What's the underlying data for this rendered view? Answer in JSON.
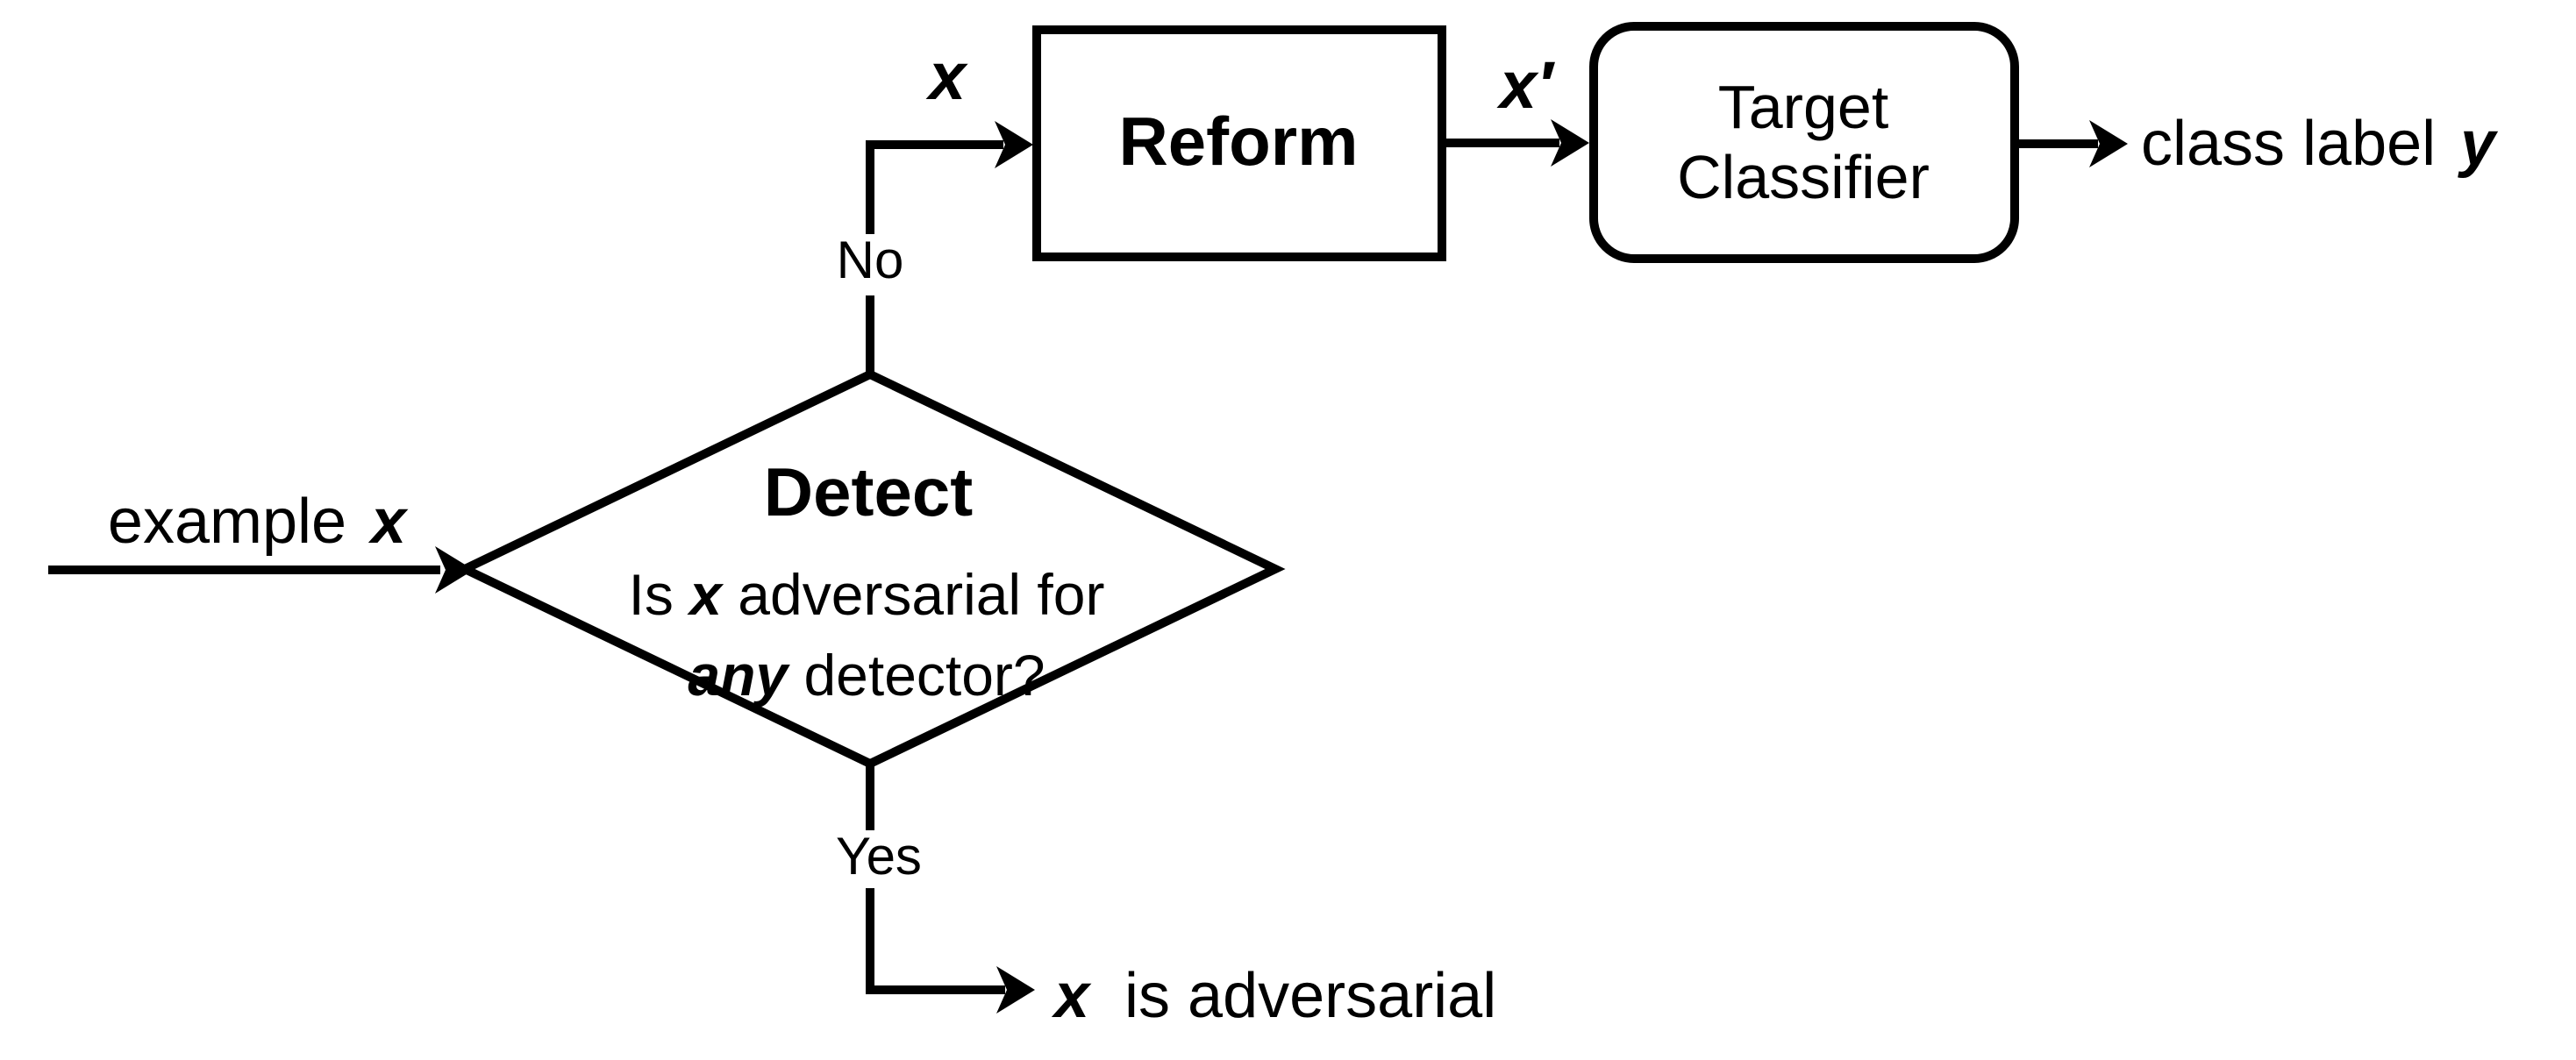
{
  "figure": {
    "background_color": "#ffffff",
    "line_color": "#000000"
  },
  "input": {
    "text": "example",
    "var": "x"
  },
  "detect": {
    "title": "Detect",
    "q1_pre": "Is ",
    "q1_var": "x",
    "q1_post": " adversarial for",
    "q2_emph": "any",
    "q2_post": " detector?"
  },
  "branches": {
    "no_label": "No",
    "no_var": "x",
    "yes_label": "Yes"
  },
  "reform": {
    "label": "Reform"
  },
  "reform_out": {
    "var": "x′"
  },
  "target_classifier": {
    "line1": "Target",
    "line2": "Classifier"
  },
  "output": {
    "text": "class label",
    "var": "y"
  },
  "result": {
    "var": "x",
    "text": "is adversarial"
  }
}
